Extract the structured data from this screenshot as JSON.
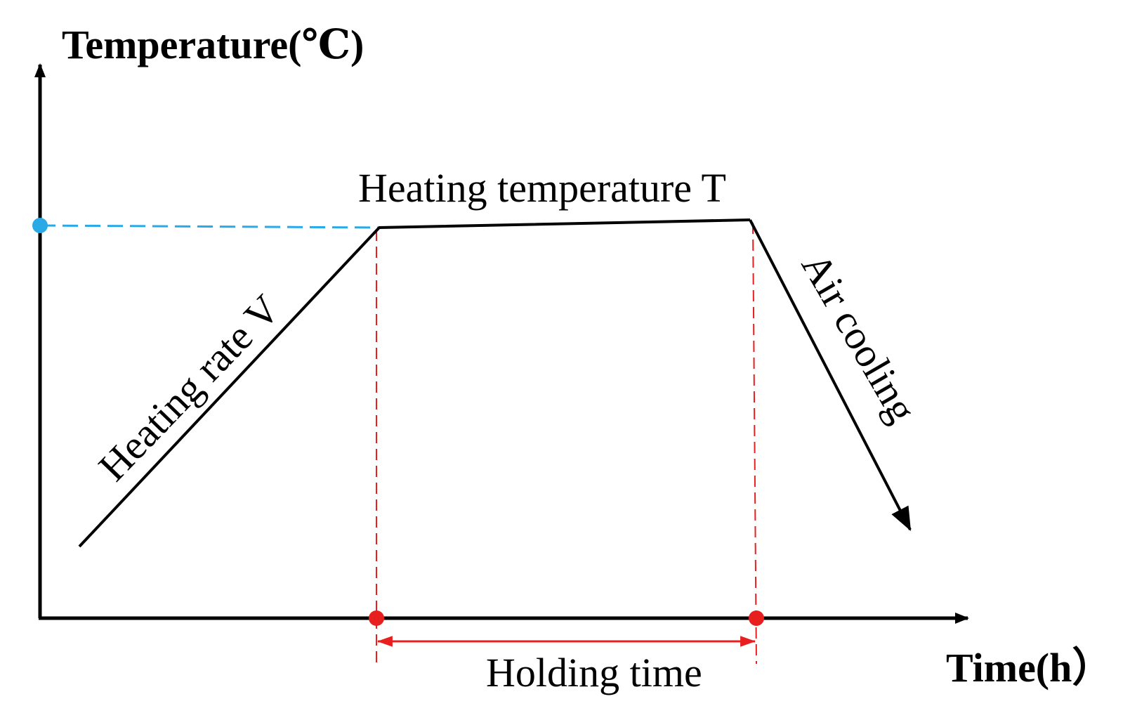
{
  "diagram": {
    "y_axis_label": "Temperature(℃)",
    "x_axis_label": "Time(h）",
    "plateau_label": "Heating temperature T",
    "ramp_label": "Heating rate V",
    "cooling_label": "Air cooling",
    "holding_label": "Holding time",
    "colors": {
      "axis": "#000000",
      "profile": "#000000",
      "temperature_guide": "#29a9e6",
      "holding_markers": "#e81f1f"
    }
  }
}
